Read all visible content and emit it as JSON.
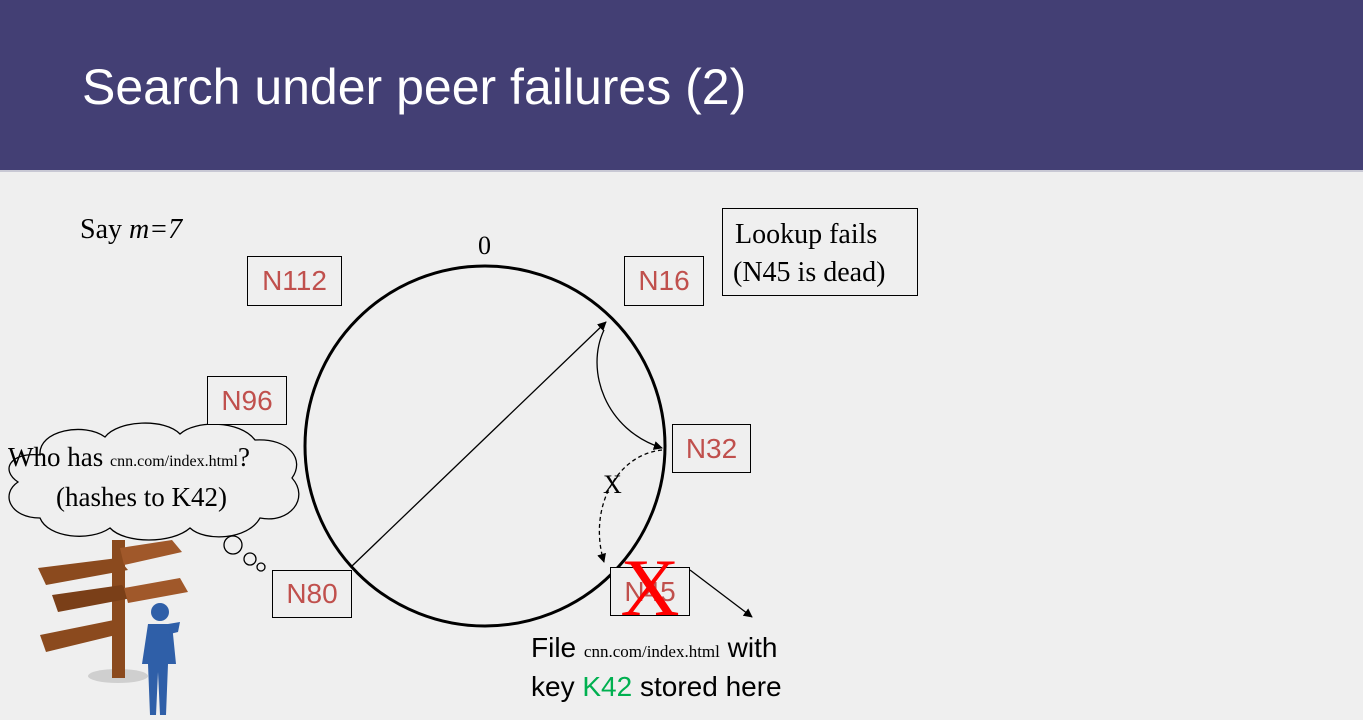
{
  "title": "Search under peer failures (2)",
  "note_prefix": "Say ",
  "note_var": "m",
  "note_suffix": "=7",
  "ring_zero": "0",
  "nodes": [
    {
      "label": "N112"
    },
    {
      "label": "N16"
    },
    {
      "label": "N96"
    },
    {
      "label": "N32"
    },
    {
      "label": "N80"
    },
    {
      "label": "N45"
    }
  ],
  "status_box": {
    "line1": "Lookup fails",
    "line2": "(N45 is dead)"
  },
  "thought": {
    "prefix": "Who has ",
    "url": "cnn.com/index.html",
    "suffix": "?",
    "line2": "(hashes to K42)"
  },
  "failed_hop_label": "X",
  "dead_mark": "X",
  "file_note": {
    "line1_prefix": "File ",
    "url": "cnn.com/index.html",
    "line1_suffix": " with",
    "line2_prefix": "key ",
    "key": "K42",
    "line2_suffix": " stored here"
  },
  "colors": {
    "header": "#433f74",
    "node_text": "#c0504d",
    "dead_mark": "#ff0000",
    "key": "#00b050",
    "person": "#2f5fa8",
    "signpost": "#8b4a1e"
  }
}
